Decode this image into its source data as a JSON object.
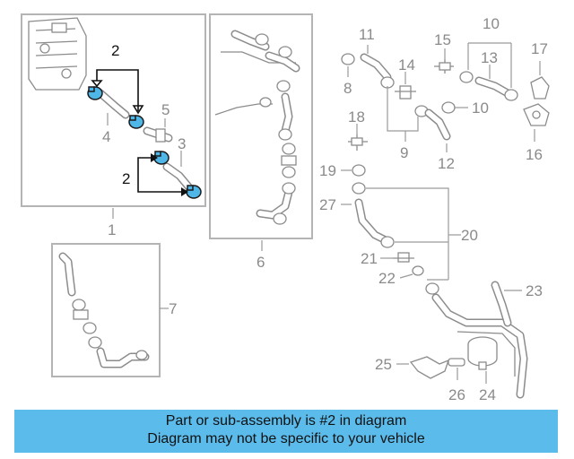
{
  "banner": {
    "line1": "Part or sub-assembly is #2 in diagram",
    "line2": "Diagram may not be specific to your vehicle"
  },
  "callouts": {
    "c1": "1",
    "c2a": "2",
    "c2b": "2",
    "c3": "3",
    "c4": "4",
    "c5": "5",
    "c6": "6",
    "c7": "7",
    "c8": "8",
    "c9": "9",
    "c10a": "10",
    "c10b": "10",
    "c11": "11",
    "c12": "12",
    "c13": "13",
    "c14": "14",
    "c15": "15",
    "c16": "16",
    "c17": "17",
    "c18": "18",
    "c19": "19",
    "c20": "20",
    "c21": "21",
    "c22": "22",
    "c23": "23",
    "c24": "24",
    "c25": "25",
    "c26": "26",
    "c27": "27"
  },
  "highlight": {
    "part_number": "2",
    "color": "#4fb7e8"
  },
  "colors": {
    "banner": "#5bbcec",
    "box": "#b4b4b4",
    "part_line": "#8c8c8c"
  }
}
